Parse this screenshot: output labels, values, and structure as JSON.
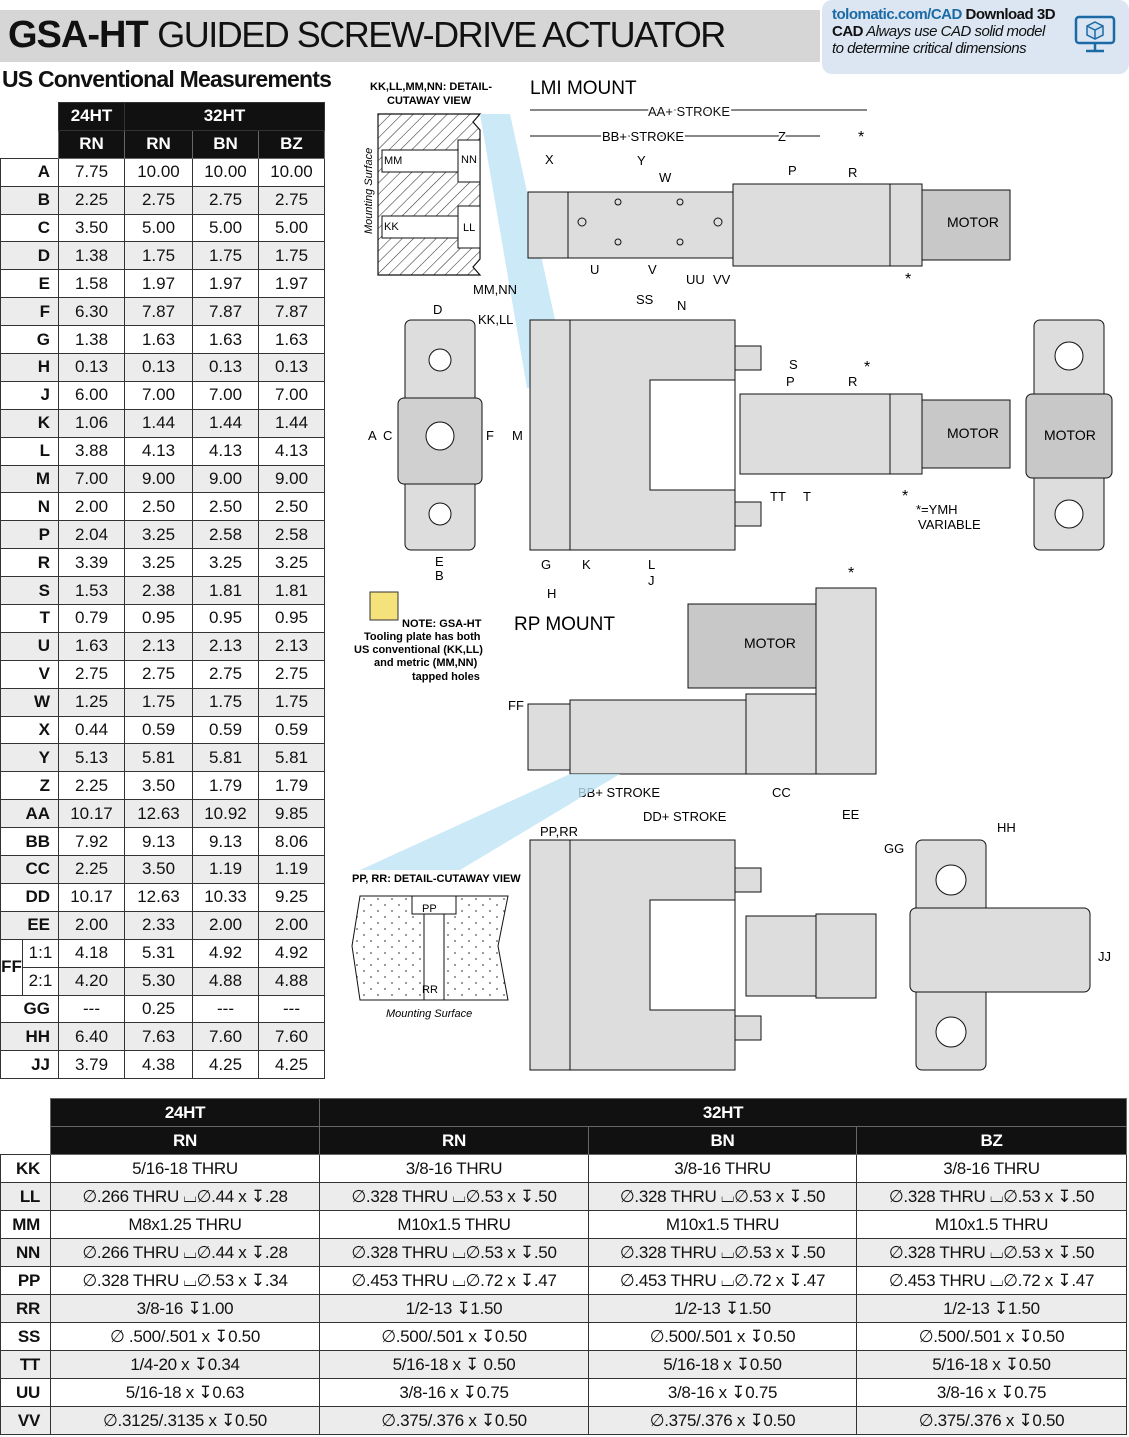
{
  "header": {
    "model": "GSA-HT",
    "subtitle": "GUIDED SCREW-DRIVE ACTUATOR",
    "cad_link": "tolomatic.com/CAD",
    "cad_download": " Download 3D",
    "cad_bold": "CAD",
    "cad_note_1": " Always use CAD solid model",
    "cad_note_2": "to determine critical dimensions",
    "cad_icon": "3d-download-icon"
  },
  "section_title": "US Conventional Measurements",
  "dims_table": {
    "group_24": "24HT",
    "group_32": "32HT",
    "cols": [
      "RN",
      "RN",
      "BN",
      "BZ"
    ],
    "rows": [
      {
        "k": "A",
        "v": [
          "7.75",
          "10.00",
          "10.00",
          "10.00"
        ]
      },
      {
        "k": "B",
        "v": [
          "2.25",
          "2.75",
          "2.75",
          "2.75"
        ]
      },
      {
        "k": "C",
        "v": [
          "3.50",
          "5.00",
          "5.00",
          "5.00"
        ]
      },
      {
        "k": "D",
        "v": [
          "1.38",
          "1.75",
          "1.75",
          "1.75"
        ]
      },
      {
        "k": "E",
        "v": [
          "1.58",
          "1.97",
          "1.97",
          "1.97"
        ]
      },
      {
        "k": "F",
        "v": [
          "6.30",
          "7.87",
          "7.87",
          "7.87"
        ]
      },
      {
        "k": "G",
        "v": [
          "1.38",
          "1.63",
          "1.63",
          "1.63"
        ]
      },
      {
        "k": "H",
        "v": [
          "0.13",
          "0.13",
          "0.13",
          "0.13"
        ]
      },
      {
        "k": "J",
        "v": [
          "6.00",
          "7.00",
          "7.00",
          "7.00"
        ]
      },
      {
        "k": "K",
        "v": [
          "1.06",
          "1.44",
          "1.44",
          "1.44"
        ]
      },
      {
        "k": "L",
        "v": [
          "3.88",
          "4.13",
          "4.13",
          "4.13"
        ]
      },
      {
        "k": "M",
        "v": [
          "7.00",
          "9.00",
          "9.00",
          "9.00"
        ]
      },
      {
        "k": "N",
        "v": [
          "2.00",
          "2.50",
          "2.50",
          "2.50"
        ]
      },
      {
        "k": "P",
        "v": [
          "2.04",
          "3.25",
          "2.58",
          "2.58"
        ]
      },
      {
        "k": "R",
        "v": [
          "3.39",
          "3.25",
          "3.25",
          "3.25"
        ]
      },
      {
        "k": "S",
        "v": [
          "1.53",
          "2.38",
          "1.81",
          "1.81"
        ]
      },
      {
        "k": "T",
        "v": [
          "0.79",
          "0.95",
          "0.95",
          "0.95"
        ]
      },
      {
        "k": "U",
        "v": [
          "1.63",
          "2.13",
          "2.13",
          "2.13"
        ]
      },
      {
        "k": "V",
        "v": [
          "2.75",
          "2.75",
          "2.75",
          "2.75"
        ]
      },
      {
        "k": "W",
        "v": [
          "1.25",
          "1.75",
          "1.75",
          "1.75"
        ]
      },
      {
        "k": "X",
        "v": [
          "0.44",
          "0.59",
          "0.59",
          "0.59"
        ]
      },
      {
        "k": "Y",
        "v": [
          "5.13",
          "5.81",
          "5.81",
          "5.81"
        ]
      },
      {
        "k": "Z",
        "v": [
          "2.25",
          "3.50",
          "1.79",
          "1.79"
        ]
      },
      {
        "k": "AA",
        "v": [
          "10.17",
          "12.63",
          "10.92",
          "9.85"
        ]
      },
      {
        "k": "BB",
        "v": [
          "7.92",
          "9.13",
          "9.13",
          "8.06"
        ]
      },
      {
        "k": "CC",
        "v": [
          "2.25",
          "3.50",
          "1.19",
          "1.19"
        ]
      },
      {
        "k": "DD",
        "v": [
          "10.17",
          "12.63",
          "10.33",
          "9.25"
        ]
      },
      {
        "k": "EE",
        "v": [
          "2.00",
          "2.33",
          "2.00",
          "2.00"
        ]
      }
    ],
    "ff": {
      "k": "FF",
      "rows": [
        {
          "sub": "1:1",
          "v": [
            "4.18",
            "5.31",
            "4.92",
            "4.92"
          ]
        },
        {
          "sub": "2:1",
          "v": [
            "4.20",
            "5.30",
            "4.88",
            "4.88"
          ]
        }
      ]
    },
    "tail_rows": [
      {
        "k": "GG",
        "v": [
          "---",
          "0.25",
          "---",
          "---"
        ]
      },
      {
        "k": "HH",
        "v": [
          "6.40",
          "7.63",
          "7.60",
          "7.60"
        ]
      },
      {
        "k": "JJ",
        "v": [
          "3.79",
          "4.38",
          "4.25",
          "4.25"
        ]
      }
    ]
  },
  "holes_table": {
    "group_24": "24HT",
    "group_32": "32HT",
    "cols": [
      "RN",
      "RN",
      "BN",
      "BZ"
    ],
    "rows": [
      {
        "k": "KK",
        "v": [
          "5/16-18 THRU",
          "3/8-16 THRU",
          "3/8-16 THRU",
          "3/8-16 THRU"
        ]
      },
      {
        "k": "LL",
        "v": [
          "∅.266 THRU ⌴∅.44 x ↧.28",
          "∅.328 THRU ⌴∅.53 x ↧.50",
          "∅.328 THRU ⌴∅.53 x ↧.50",
          "∅.328 THRU ⌴∅.53 x ↧.50"
        ]
      },
      {
        "k": "MM",
        "v": [
          "M8x1.25 THRU",
          "M10x1.5 THRU",
          "M10x1.5 THRU",
          "M10x1.5 THRU"
        ]
      },
      {
        "k": "NN",
        "v": [
          "∅.266 THRU ⌴∅.44 x ↧.28",
          "∅.328 THRU ⌴∅.53 x ↧.50",
          "∅.328 THRU ⌴∅.53 x ↧.50",
          "∅.328 THRU ⌴∅.53 x ↧.50"
        ]
      },
      {
        "k": "PP",
        "v": [
          "∅.328 THRU ⌴∅.53 x ↧.34",
          "∅.453 THRU ⌴∅.72 x ↧.47",
          "∅.453 THRU ⌴∅.72 x ↧.47",
          "∅.453 THRU ⌴∅.72 x ↧.47"
        ]
      },
      {
        "k": "RR",
        "v": [
          "3/8-16 ↧1.00",
          "1/2-13 ↧1.50",
          "1/2-13 ↧1.50",
          "1/2-13 ↧1.50"
        ]
      },
      {
        "k": "SS",
        "v": [
          "∅ .500/.501 x ↧0.50",
          "∅.500/.501 x ↧0.50",
          "∅.500/.501 x ↧0.50",
          "∅.500/.501 x ↧0.50"
        ]
      },
      {
        "k": "TT",
        "v": [
          "1/4-20 x ↧0.34",
          "5/16-18 x ↧ 0.50",
          "5/16-18 x ↧0.50",
          "5/16-18 x ↧0.50"
        ]
      },
      {
        "k": "UU",
        "v": [
          "5/16-18 x ↧0.63",
          "3/8-16 x ↧0.75",
          "3/8-16 x ↧0.75",
          "3/8-16 x ↧0.75"
        ]
      },
      {
        "k": "VV",
        "v": [
          "∅.3125/.3135 x ↧0.50",
          "∅.375/.376 x ↧0.50",
          "∅.375/.376 x ↧0.50",
          "∅.375/.376 x ↧0.50"
        ]
      }
    ]
  },
  "drawing": {
    "detail1_title_1": "KK,LL,MM,NN: DETAIL-",
    "detail1_title_2": "CUTAWAY VIEW",
    "mounting_surface": "Mounting Surface",
    "lmi_mount": "LMI MOUNT",
    "rp_mount": "RP MOUNT",
    "motor": "MOTOR",
    "note_1": "NOTE: GSA-HT",
    "note_2": "Tooling plate has both",
    "note_3": "US conventional (KK,LL)",
    "note_4": "and metric (MM,NN)",
    "note_5": "tapped holes",
    "note_icon": "sticky-note-icon",
    "ymh_1": "*=YMH",
    "ymh_2": "VARIABLE",
    "detail2_title": "PP, RR: DETAIL-CUTAWAY VIEW",
    "aa_stroke": "AA+ STROKE",
    "bb_stroke": "BB+ STROKE",
    "dd_stroke": "DD+ STROKE",
    "labels": {
      "MM": "MM",
      "NN": "NN",
      "KK": "KK",
      "LL": "LL",
      "X": "X",
      "Y": "Y",
      "Z": "Z",
      "W": "W",
      "P": "P",
      "R": "R",
      "U": "U",
      "V": "V",
      "UU": "UU",
      "VV": "VV",
      "D": "D",
      "MMNN": "MM,NN",
      "KKLL": "KK,LL",
      "A": "A",
      "C": "C",
      "F": "F",
      "M": "M",
      "E": "E",
      "B": "B",
      "SS": "SS",
      "N": "N",
      "S": "S",
      "TT": "TT",
      "T": "T",
      "G": "G",
      "K": "K",
      "L": "L",
      "J": "J",
      "H": "H",
      "FF": "FF",
      "CC": "CC",
      "EE": "EE",
      "PPRR": "PP,RR",
      "PP": "PP",
      "RR": "RR",
      "GG": "GG",
      "HH": "HH",
      "JJ": "JJ",
      "star": "*"
    }
  }
}
